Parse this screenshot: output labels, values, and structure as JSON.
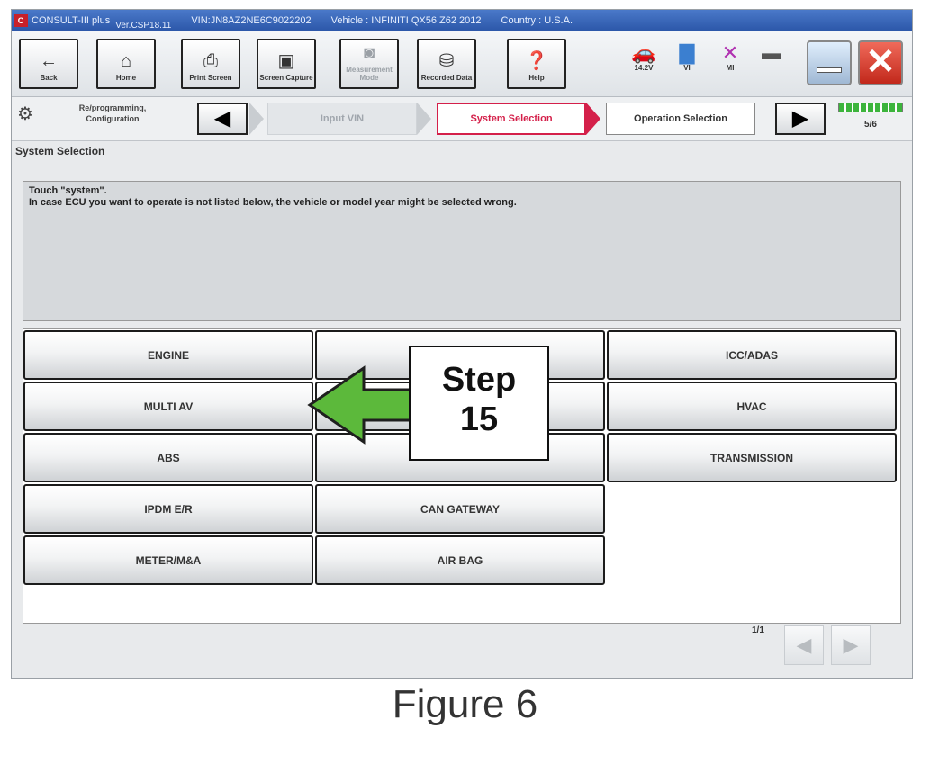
{
  "titlebar": {
    "app": "CONSULT-III plus",
    "version": "Ver.CSP18.11",
    "vin": "VIN:JN8AZ2NE6C9022202",
    "vehicle": "Vehicle : INFINITI QX56 Z62 2012",
    "country": "Country : U.S.A."
  },
  "toolbar": {
    "back": "Back",
    "home": "Home",
    "print_screen": "Print Screen",
    "screen_capture": "Screen Capture",
    "measurement_mode": "Measurement Mode",
    "recorded_data": "Recorded Data",
    "help": "Help",
    "voltage": "14.2V",
    "vi": "VI",
    "mi": "MI"
  },
  "nav": {
    "title": "Re/programming, Configuration",
    "steps": [
      "Input VIN",
      "System Selection",
      "Operation Selection"
    ],
    "progress": "5/6"
  },
  "section_label": "System Selection",
  "message": {
    "line1": "Touch \"system\".",
    "line2": "In case ECU you want to operate is not listed below, the vehicle or model year might be selected wrong."
  },
  "systems": [
    "ENGINE",
    "",
    "ICC/ADAS",
    "MULTI AV",
    "",
    "HVAC",
    "ABS",
    "",
    "TRANSMISSION",
    "IPDM E/R",
    "CAN GATEWAY",
    "METER/M&A",
    "AIR BAG"
  ],
  "pager": "1/1",
  "callout": {
    "line1": "Step",
    "line2": "15"
  },
  "caption": "Figure 6",
  "colors": {
    "accent": "#d4204a",
    "arrow": "#5cb93b",
    "titlebar": "#2b56a8"
  }
}
